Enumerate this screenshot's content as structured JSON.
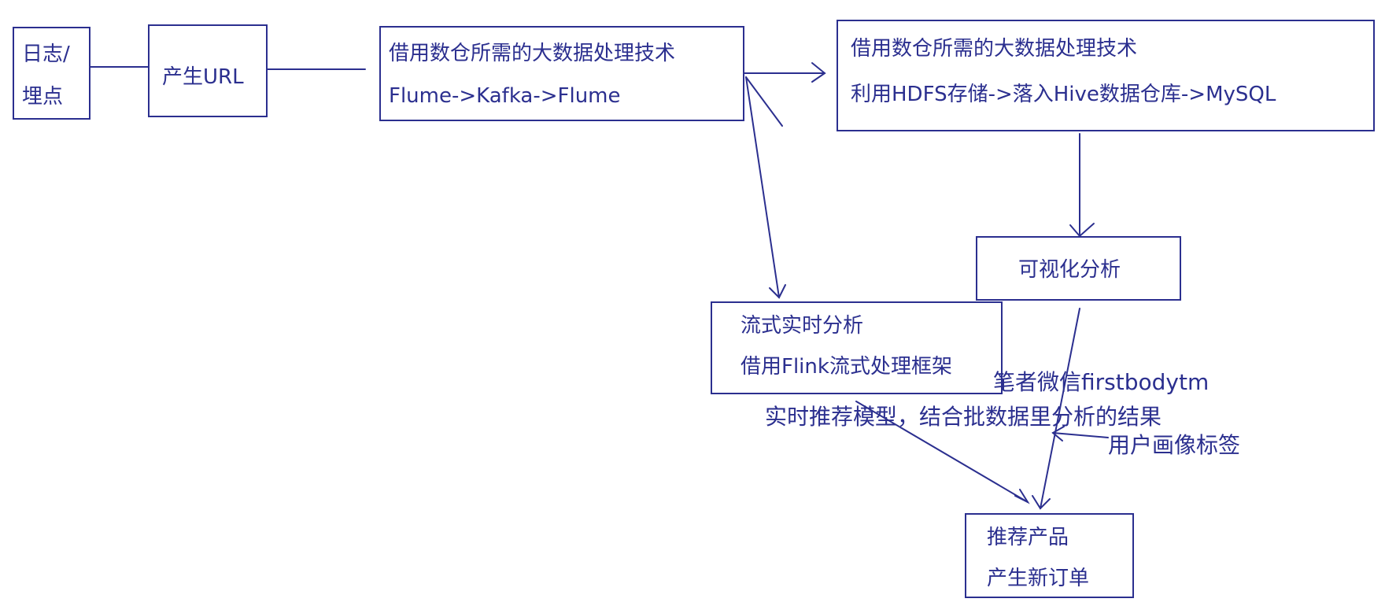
{
  "diagram": {
    "nodes": [
      {
        "id": "log",
        "lines": [
          "日志/",
          "埋点"
        ]
      },
      {
        "id": "url",
        "lines": [
          "产生URL"
        ]
      },
      {
        "id": "ingest",
        "lines": [
          "借用数仓所需的大数据处理技术",
          "Flume->Kafka->Flume"
        ]
      },
      {
        "id": "warehouse",
        "lines": [
          "借用数仓所需的大数据处理技术",
          "利用HDFS存储->落入Hive数据仓库->MySQL"
        ]
      },
      {
        "id": "visual",
        "lines": [
          "可视化分析"
        ]
      },
      {
        "id": "stream",
        "lines": [
          "流式实时分析",
          "借用Flink流式处理框架"
        ]
      },
      {
        "id": "recommend",
        "lines": [
          "推荐产品",
          "产生新订单"
        ]
      }
    ],
    "annotations": [
      {
        "id": "wechat",
        "text": "笔者微信firstbodytm"
      },
      {
        "id": "model",
        "text": "实时推荐模型，结合批数据里分析的结果"
      },
      {
        "id": "portrait",
        "text": "用户画像标签"
      }
    ]
  }
}
